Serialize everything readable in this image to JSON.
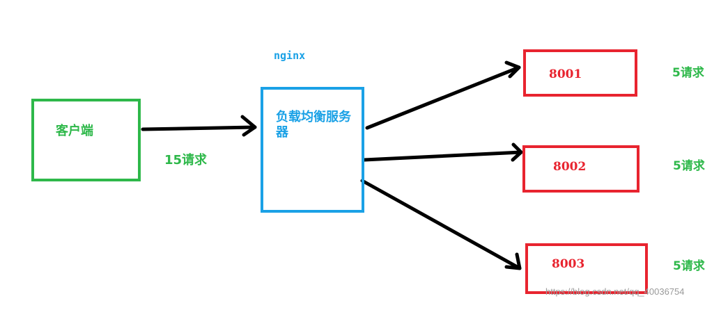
{
  "diagram": {
    "nginx_label": "nginx",
    "client_label": "客户端",
    "lb_label": "负载均衡服务器",
    "client_requests": "15请求",
    "servers": [
      {
        "port": "8001",
        "requests": "5请求"
      },
      {
        "port": "8002",
        "requests": "5请求"
      },
      {
        "port": "8003",
        "requests": "5请求"
      }
    ],
    "watermark": "https://blog.csdn.net/qq_40036754"
  },
  "colors": {
    "client": "#2eb84a",
    "load_balancer": "#1aa1e6",
    "server": "#e8242f",
    "arrow": "#000000"
  }
}
